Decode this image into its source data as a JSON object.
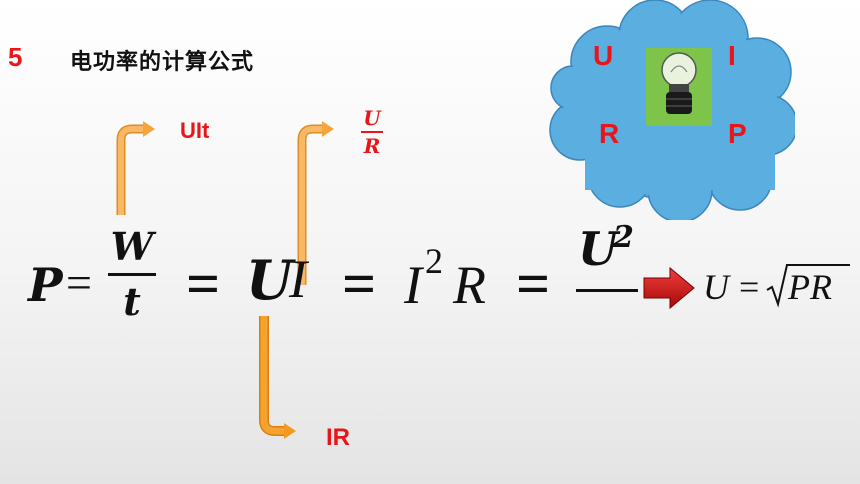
{
  "heading": {
    "number": "5",
    "text": "电功率的计算公式"
  },
  "cloud": {
    "u": "U",
    "i": "I",
    "r": "R",
    "p": "P",
    "bulb": "lightbulb-icon"
  },
  "annotations": {
    "uit": "UIt",
    "ur_num": "U",
    "ur_den": "R",
    "ir": "IR"
  },
  "formula": {
    "p": "P",
    "eq": "=",
    "w": "W",
    "t": "t",
    "u": "U",
    "i": "I",
    "i2": "I",
    "exp2": "2",
    "r": "R",
    "u2": "U",
    "exp2b": "2"
  },
  "result": {
    "u": "U",
    "eq": "=",
    "radicand": "PR"
  },
  "colors": {
    "accent_red": "#e8161a",
    "arrow_orange": "#f4a53b",
    "cloud_blue": "#5aaee0",
    "bulb_green": "#7ec44a"
  }
}
